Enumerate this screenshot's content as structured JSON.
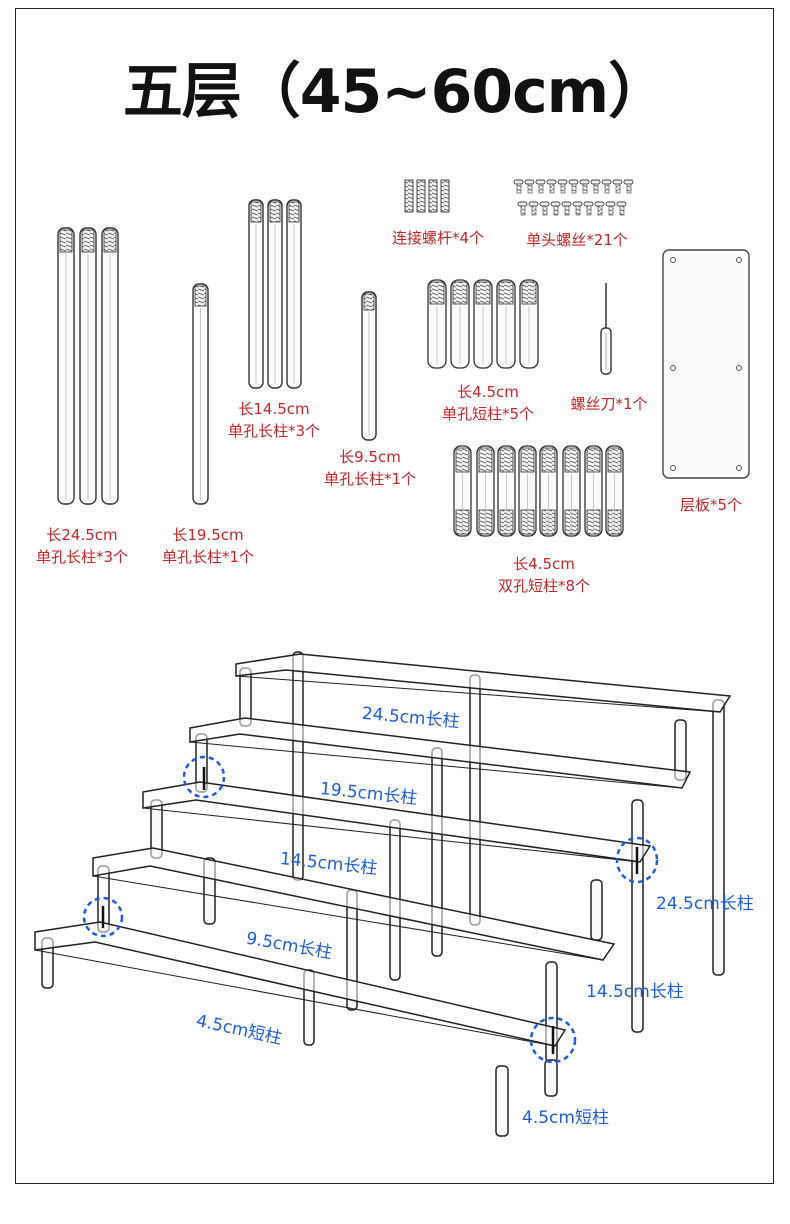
{
  "title": "五层（45~60cm）",
  "parts": {
    "connect_screws": "连接螺杆*4个",
    "single_head_screws": "单头螺丝*21个",
    "pillar_24_5_size": "长24.5cm",
    "pillar_24_5_desc": "单孔长柱*3个",
    "pillar_19_5_size": "长19.5cm",
    "pillar_19_5_desc": "单孔长柱*1个",
    "pillar_14_5_size": "长14.5cm",
    "pillar_14_5_desc": "单孔长柱*3个",
    "pillar_9_5_size": "长9.5cm",
    "pillar_9_5_desc": "单孔长柱*1个",
    "short_single_size": "长4.5cm",
    "short_single_desc": "单孔短柱*5个",
    "screwdriver": "螺丝刀*1个",
    "short_double_size": "长4.5cm",
    "short_double_desc": "双孔短柱*8个",
    "shelf_board": "层板*5个"
  },
  "dimensions": {
    "d24_top": "24.5cm长柱",
    "d19": "19.5cm长柱",
    "d14_mid": "14.5cm长柱",
    "d9": "9.5cm长柱",
    "d4_left": "4.5cm短柱",
    "d24_right": "24.5cm长柱",
    "d14_right": "14.5cm长柱",
    "d4_bottom": "4.5cm短柱"
  },
  "colors": {
    "part_label": "#c4272b",
    "dimension_label": "#1f5ed8",
    "outline": "#222222"
  }
}
